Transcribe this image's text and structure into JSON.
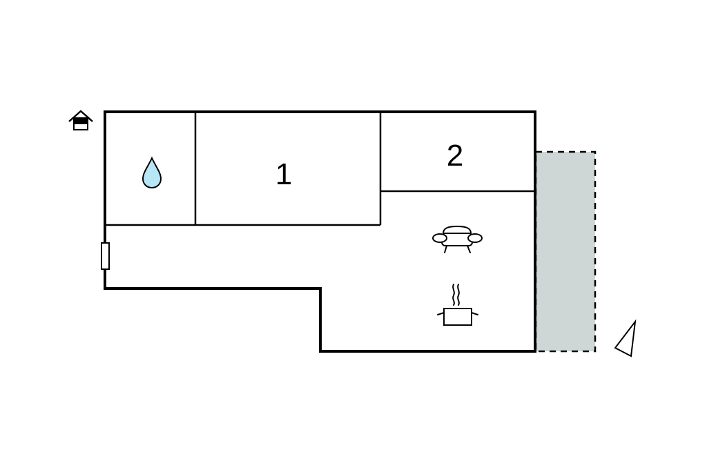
{
  "floor_plan": {
    "rooms": [
      {
        "id": "bathroom",
        "label": "",
        "icon": "water-drop-icon"
      },
      {
        "id": "bedroom-1",
        "label": "1"
      },
      {
        "id": "bedroom-2",
        "label": "2"
      },
      {
        "id": "living-kitchen",
        "label": "",
        "icons": [
          "sofa-icon",
          "cooking-pot-icon"
        ]
      }
    ],
    "entrance_icon": "house-entrance-icon",
    "compass_icon": "north-arrow-icon",
    "terrace": "terrace-area"
  },
  "colors": {
    "wall": "#000000",
    "background": "#ffffff",
    "terrace_fill": "#cfd6d6",
    "water": "#b7e6f6"
  }
}
